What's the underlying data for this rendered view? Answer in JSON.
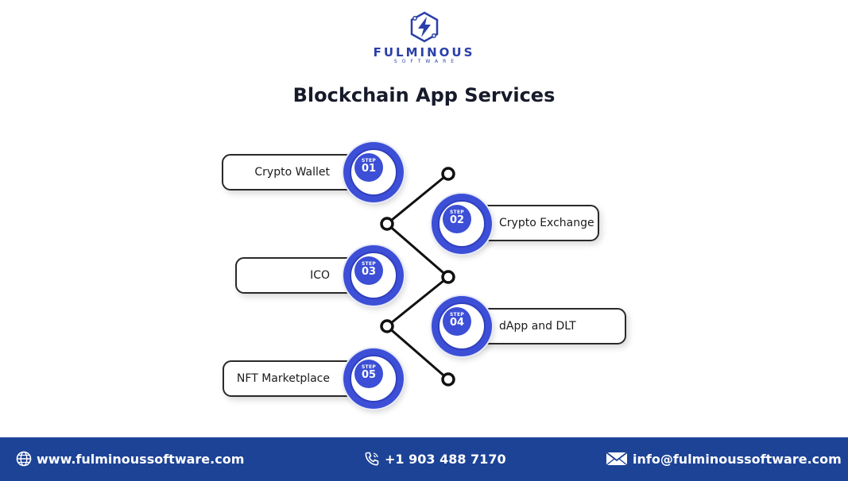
{
  "brand": {
    "name": "FULMINOUS",
    "tagline": "SOFTWARE"
  },
  "title": "Blockchain App Services",
  "steps": [
    {
      "step_label": "STEP",
      "number": "01",
      "label": "Crypto Wallet"
    },
    {
      "step_label": "STEP",
      "number": "02",
      "label": "Crypto Exchange"
    },
    {
      "step_label": "STEP",
      "number": "03",
      "label": "ICO"
    },
    {
      "step_label": "STEP",
      "number": "04",
      "label": "dApp and DLT"
    },
    {
      "step_label": "STEP",
      "number": "05",
      "label": "NFT Marketplace"
    }
  ],
  "footer": {
    "website": "www.fulminoussoftware.com",
    "phone": "+1 903 488 7170",
    "email": "info@fulminoussoftware.com"
  },
  "colors": {
    "accent": "#3c4fd6",
    "footer_bg": "#1d4397",
    "text": "#161a2a"
  },
  "icons": {
    "website": "globe-icon",
    "phone": "phone-icon",
    "email": "envelope-icon",
    "logo": "lightning-hexagon-icon"
  }
}
